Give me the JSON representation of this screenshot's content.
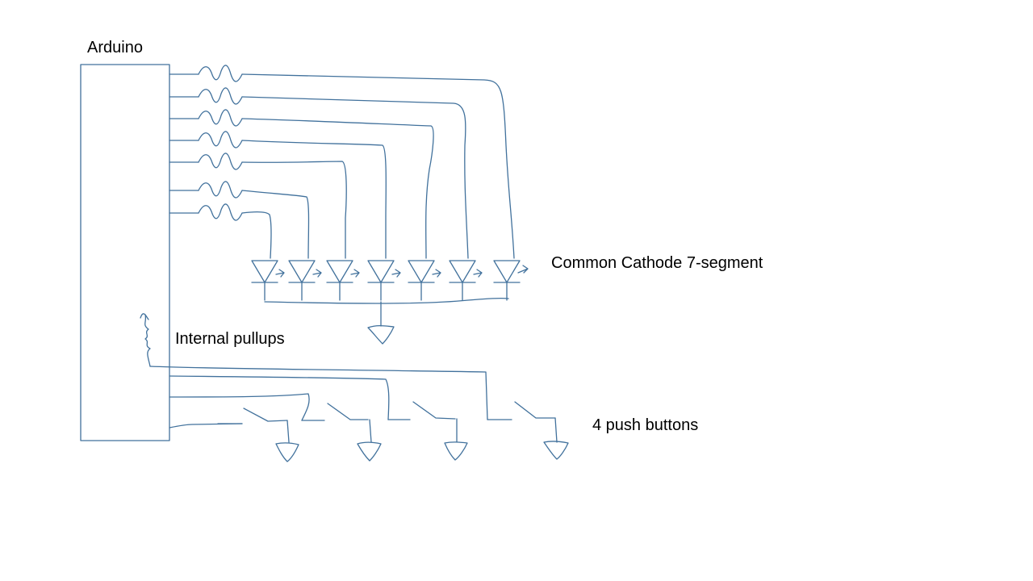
{
  "labels": {
    "arduino": "Arduino",
    "seven_segment": "Common Cathode 7-segment",
    "pullups": "Internal pullups",
    "push_buttons": "4 push buttons"
  },
  "counts": {
    "segment_lines": 7,
    "leds": 7,
    "push_buttons": 4
  },
  "colors": {
    "wire": "#41719c",
    "text": "#000000",
    "background": "#ffffff"
  },
  "icons": {
    "resistor": "resistor-icon",
    "led": "led-diode-icon",
    "ground": "ground-icon",
    "switch": "push-switch-icon"
  }
}
